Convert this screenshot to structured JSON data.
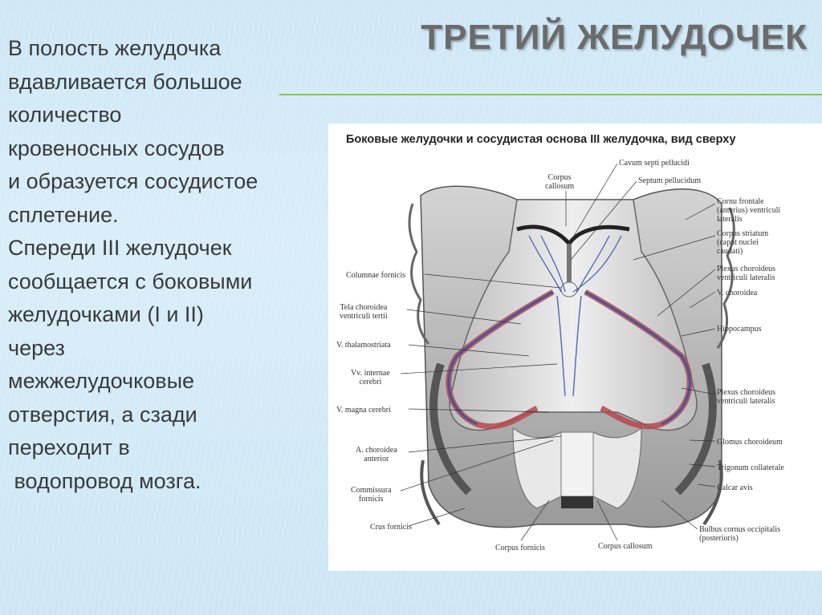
{
  "slide": {
    "title": "ТРЕТИЙ ЖЕЛУДОЧЕК",
    "body_lines": [
      "В полость желудочка",
      "вдавливается большое",
      "количество",
      "кровеносных сосудов",
      "и образуется сосудистое",
      "сплетение.",
      "Спереди III желудочек",
      "сообщается с боковыми",
      "желудочками (I и II)",
      "через",
      "межжелудочковые",
      "отверстия, а сзади",
      "переходит в",
      " водопровод мозга."
    ]
  },
  "figure": {
    "caption": "Боковые желудочки и сосудистая основа III желудочка, вид сверху",
    "labels": {
      "corpus_callosum_top": [
        "Corpus",
        "callosum"
      ],
      "cavum_septi": "Cavum septi pellucidi",
      "septum": "Septum pellucidum",
      "cornu_frontale": [
        "Cornu frontale",
        "(anterius) ventriculi",
        "lateralis"
      ],
      "corpus_striatum": [
        "Corpus striatum",
        "(caput nuclei",
        "caudati)"
      ],
      "plexus_lat_upper": [
        "Plexus choroideus",
        "ventriculi lateralis"
      ],
      "v_choroidea": "V. choroidea",
      "hippocampus": "Hippocampus",
      "plexus_lat_lower": [
        "Plexus choroideus",
        "ventriculi lateralis"
      ],
      "glomus": "Glomus choroideum",
      "trigonum": "Trigonum collaterale",
      "calcar": "Calcar avis",
      "bulbus": [
        "Bulbus cornus occipitalis",
        "(posterioris)"
      ],
      "corpus_callosum_bottom": "Corpus callosum",
      "corpus_fornicis": "Corpus fornicis",
      "crus_fornicis": "Crus fornicis",
      "commissura": [
        "Commissura",
        "fornicis"
      ],
      "a_choroidea": [
        "A. choroidea",
        "anterior"
      ],
      "v_magna": "V. magna cerebri",
      "vv_internae": [
        "Vv. internae",
        "cerebri"
      ],
      "v_thalamostriata": "V. thalamostriata",
      "tela": [
        "Tela choroidea",
        "ventriculi tertii"
      ],
      "columnae": "Columnae fornicis"
    }
  }
}
